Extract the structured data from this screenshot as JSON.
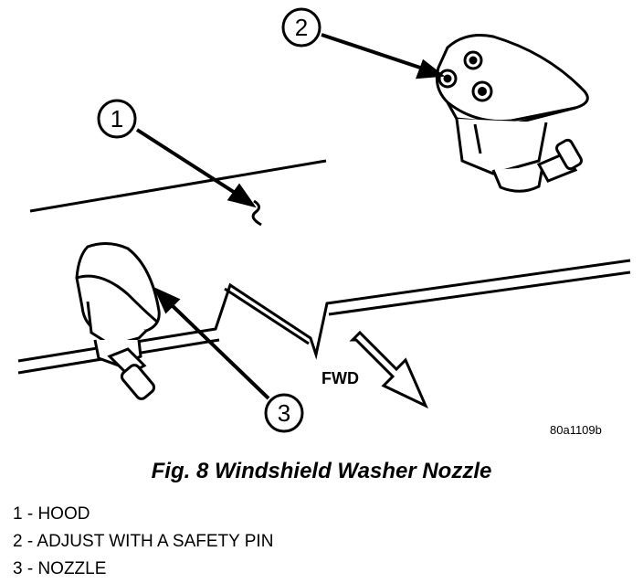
{
  "figure": {
    "callouts": [
      "1",
      "2",
      "3"
    ],
    "direction_label": "FWD",
    "reference_code": "80a1109b"
  },
  "caption": "Fig. 8 Windshield Washer Nozzle",
  "legend": [
    {
      "text": "1 - HOOD"
    },
    {
      "text": "2 - ADJUST WITH A SAFETY PIN"
    },
    {
      "text": "3 - NOZZLE"
    }
  ],
  "colors": {
    "ink": "#000000",
    "paper": "#ffffff"
  }
}
